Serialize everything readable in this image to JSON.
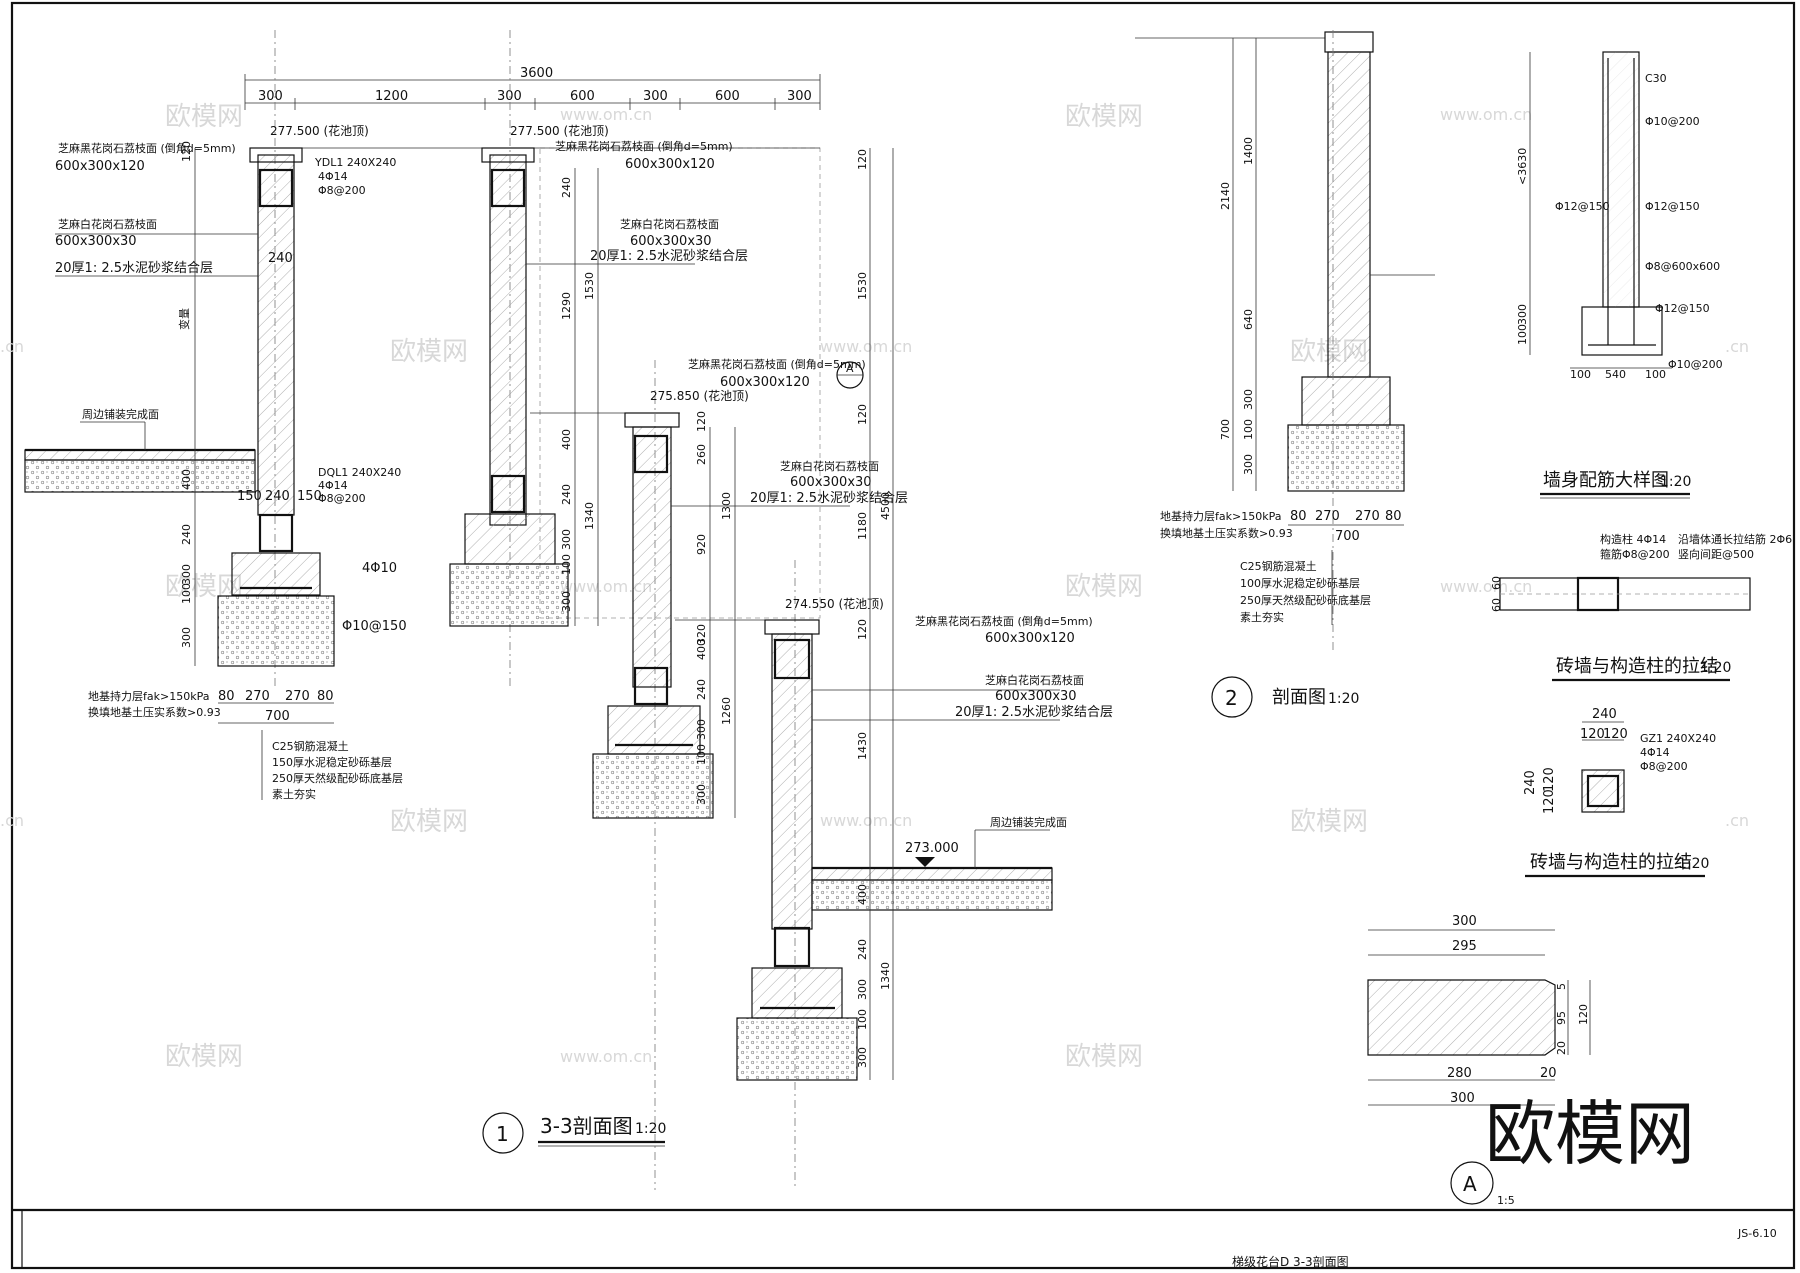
{
  "title_block": {
    "drawing_title": "梯级花台D 3-3剖面图",
    "sheet_number": "JS-6.10"
  },
  "watermark": {
    "brand": "欧模网",
    "site": "www.om.cn",
    "site_fragment": ".cn"
  },
  "section1": {
    "title": "3-3剖面图",
    "scale": "1:20",
    "index": "1",
    "dims_top": [
      "3600",
      "300",
      "1200",
      "300",
      "600",
      "300",
      "600",
      "300"
    ],
    "elevations": [
      "277.500 (花池顶)",
      "277.500 (花池顶)",
      "275.850 (花池顶)",
      "274.550 (花池顶)",
      "273.000"
    ],
    "labels": {
      "cap_black": "芝麻黑花岗石荔枝面 (倒角d=5mm)",
      "cap_black_size": "600x300x120",
      "face_white": "芝麻白花岗石荔枝面",
      "face_white_size": "600x300x30",
      "mortar": "20厚1: 2.5水泥砂浆结合层",
      "paving": "周边铺装完成面",
      "ydl": "YDL1 240X240",
      "ydl_rebar1": "4Φ14",
      "ydl_rebar2": "Φ8@200",
      "dql": "DQL1 240X240",
      "dql_rebar1": "4Φ14",
      "dql_rebar2": "Φ8@200",
      "rebar_4d10": "4Φ10",
      "rebar_d10": "Φ10@150",
      "soil1": "地基持力层fak>150kPa",
      "soil2": "换填地基土压实系数>0.93",
      "layer1": "C25钢筋混凝土",
      "layer2": "150厚水泥稳定砂砾基层",
      "layer3": "250厚天然级配砂砾底基层",
      "layer4": "素土夯实",
      "varies": "变量"
    },
    "dims_left": [
      "120",
      "400",
      "240",
      "300",
      "100",
      "300"
    ],
    "dims_base": [
      "150",
      "240",
      "150",
      "80",
      "270",
      "270",
      "80",
      "700",
      "240"
    ],
    "dims_mid": [
      "240",
      "1290",
      "1530",
      "400",
      "240",
      "300",
      "100",
      "300",
      "1340"
    ],
    "dims_step": [
      "120",
      "260",
      "920",
      "1300",
      "400",
      "240",
      "300",
      "100",
      "300",
      "1260",
      "320"
    ],
    "dims_right": [
      "120",
      "1530",
      "120",
      "1180",
      "4500",
      "120",
      "1430",
      "400",
      "240",
      "300",
      "100",
      "300",
      "1340"
    ],
    "callout": "A"
  },
  "section2": {
    "title": "剖面图",
    "scale": "1:20",
    "index": "2",
    "dims_left": [
      "2140",
      "1400",
      "640",
      "300",
      "700",
      "100",
      "300"
    ],
    "dims_base": [
      "80",
      "270",
      "270",
      "80",
      "700"
    ],
    "soil1": "地基持力层fak>150kPa",
    "soil2": "换填地基土压实系数>0.93",
    "layer1": "C25钢筋混凝土",
    "layer2": "100厚水泥稳定砂砾基层",
    "layer3": "250厚天然级配砂砾底基层",
    "layer4": "素土夯实"
  },
  "wall_rebar": {
    "title": "墙身配筋大样图",
    "scale": "1:20",
    "labels": [
      "C30",
      "Φ10@200",
      "Φ12@150",
      "Φ12@150",
      "Φ8@600x600",
      "Φ12@150",
      "Φ10@200"
    ],
    "dims": [
      "<3630",
      "100",
      "300",
      "100",
      "540",
      "100"
    ]
  },
  "brick_tie1": {
    "title": "砖墙与构造柱的拉结",
    "scale": "1:20",
    "labels": [
      "构造柱 4Φ14",
      "箍筋Φ8@200",
      "沿墙体通长拉结筋 2Φ6",
      "竖向间距@500"
    ],
    "dims": [
      "60",
      "60"
    ]
  },
  "brick_tie2": {
    "title": "砖墙与构造柱的拉结",
    "scale": "1:20",
    "labels": [
      "GZ1 240X240",
      "4Φ14",
      "Φ8@200"
    ],
    "dims": [
      "240",
      "120",
      "120",
      "240",
      "120",
      "120"
    ]
  },
  "detailA": {
    "index": "A",
    "scale": "1:5",
    "dims_top": [
      "300",
      "295"
    ],
    "dims_bottom": [
      "280",
      "20",
      "300"
    ],
    "dims_right": [
      "5",
      "95",
      "120",
      "20"
    ]
  }
}
